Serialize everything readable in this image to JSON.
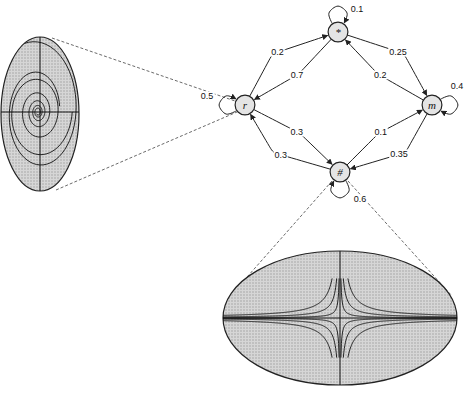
{
  "diagram": {
    "nodes": [
      {
        "text": [
          "*"
        ]
      },
      {
        "text": [
          "r"
        ]
      },
      {
        "text": [
          "m"
        ]
      },
      {
        "text": [
          "#"
        ]
      }
    ],
    "edges": [
      {
        "from": 1,
        "to": 0,
        "arrow": "to",
        "label": "0.2"
      },
      {
        "from": 0,
        "to": 1,
        "arrow": "to",
        "label": "0.7"
      },
      {
        "from": 0,
        "to": 2,
        "arrow": "to",
        "label": "0.25"
      },
      {
        "from": 2,
        "to": 0,
        "arrow": "to",
        "label": "0.2"
      },
      {
        "from": 3,
        "to": 1,
        "arrow": "to",
        "label": "0.3"
      },
      {
        "from": 1,
        "to": 3,
        "arrow": "to",
        "label": "0.3"
      },
      {
        "from": 2,
        "to": 3,
        "arrow": "to",
        "label": "0.35"
      },
      {
        "from": 3,
        "to": 2,
        "arrow": "to",
        "label": "0.1"
      },
      {
        "from": 0,
        "to": 0,
        "arrow": "to",
        "label": "0.1"
      },
      {
        "from": 1,
        "to": 1,
        "arrow": "to",
        "label": "0.5"
      },
      {
        "from": 2,
        "to": 2,
        "arrow": "to",
        "label": "0.4"
      },
      {
        "from": 3,
        "to": 3,
        "arrow": "to",
        "label": "0.6"
      }
    ]
  }
}
